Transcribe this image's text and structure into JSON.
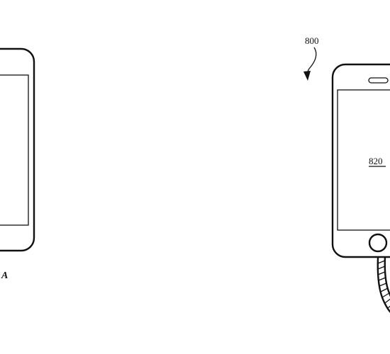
{
  "left_device": {
    "caption_fragment": "A"
  },
  "right_device": {
    "reference_numeral": "800",
    "screen_label": "820"
  }
}
